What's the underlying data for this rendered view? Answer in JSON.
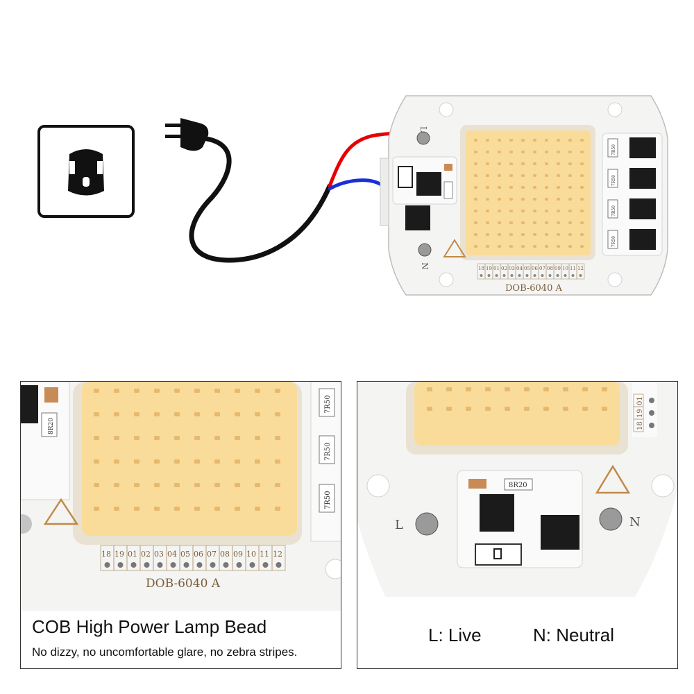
{
  "board": {
    "model": "DOB-6040  A",
    "pin_numbers": [
      "18",
      "19",
      "01",
      "02",
      "03",
      "04",
      "05",
      "06",
      "07",
      "08",
      "09",
      "10",
      "11",
      "12"
    ],
    "label_live": "L",
    "label_neutral": "N",
    "resistor_code": "7R50",
    "resistor_code_small": "8R20"
  },
  "panel_left": {
    "title": "COB High Power Lamp Bead",
    "subtitle": "No dizzy, no uncomfortable glare, no zebra stripes."
  },
  "panel_right": {
    "live_text": "L: Live",
    "neutral_text": "N: Neutral"
  },
  "colors": {
    "led": "#f9dc9a",
    "board": "#f4f4f2",
    "wire_live": "#e60000",
    "wire_neutral": "#1a2fd6",
    "cable": "#111111"
  }
}
